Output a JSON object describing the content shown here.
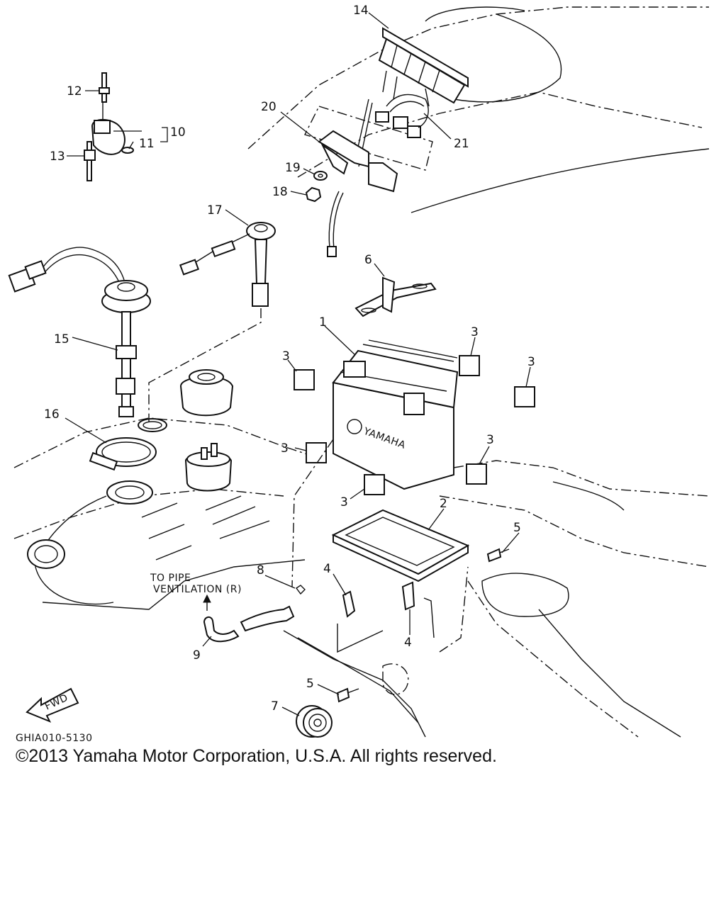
{
  "diagram": {
    "code": "GHIA010-5130",
    "forward_marker": "FWD",
    "battery_brand": "YAMAHA",
    "note_line1": "TO PIPE",
    "note_line2": "VENTILATION (R)",
    "callouts": [
      "14",
      "12",
      "10",
      "11",
      "13",
      "20",
      "21",
      "19",
      "18",
      "17",
      "6",
      "15",
      "1",
      "3",
      "3",
      "3",
      "3",
      "3",
      "3",
      "16",
      "2",
      "5",
      "8",
      "4",
      "4",
      "9",
      "5",
      "7"
    ]
  },
  "footer": {
    "copyright": "©2013 Yamaha Motor Corporation, U.S.A. All rights reserved."
  }
}
